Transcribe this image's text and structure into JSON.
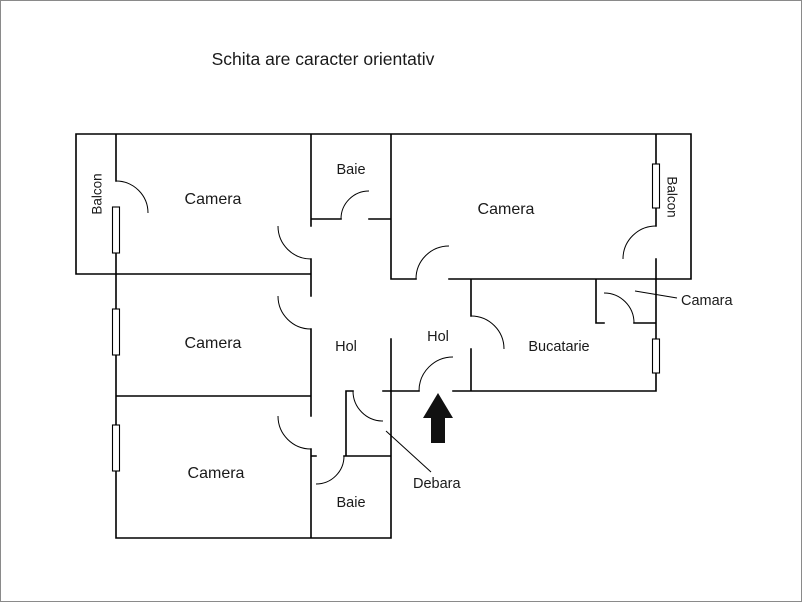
{
  "title": "Schita are caracter orientativ",
  "labels": {
    "balcon_left": "Balcon",
    "camera_top_left": "Camera",
    "baie_top": "Baie",
    "camera_top_right": "Camera",
    "balcon_right": "Balcon",
    "camera_middle_left": "Camera",
    "hol_left": "Hol",
    "hol_right": "Hol",
    "bucatarie": "Bucatarie",
    "camara": "Camara",
    "camera_bottom_left": "Camera",
    "baie_bottom": "Baie",
    "debara": "Debara"
  },
  "colors": {
    "wall": "#000000",
    "text": "#1a1a1a",
    "arrow": "#111111",
    "frame_border": "#8a8a8a",
    "background": "#ffffff"
  }
}
